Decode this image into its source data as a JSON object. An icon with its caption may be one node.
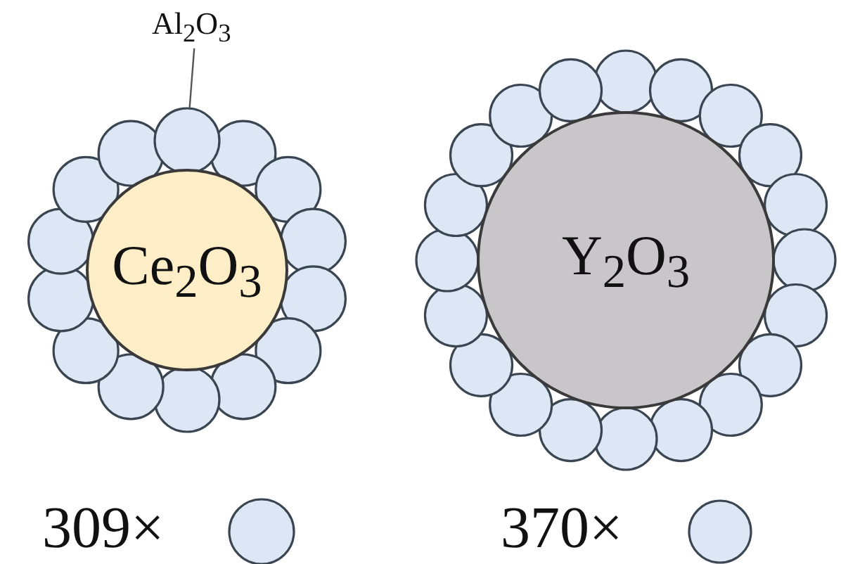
{
  "diagram": {
    "nodes": [
      {
        "text": [
          "Al$_{2}$O$_{3}$"
        ]
      },
      {
        "text": [],
        "shape": "circle"
      },
      {
        "text": [
          "Ce$_{2}$O$_{3}$"
        ]
      },
      {
        "text": [
          "Y$_{2}$O$_{3}$"
        ]
      }
    ],
    "edges": [
      {
        "from": 0,
        "to": 1,
        "arrow": "none"
      }
    ],
    "labels": [
      "309×",
      "370×"
    ]
  }
}
